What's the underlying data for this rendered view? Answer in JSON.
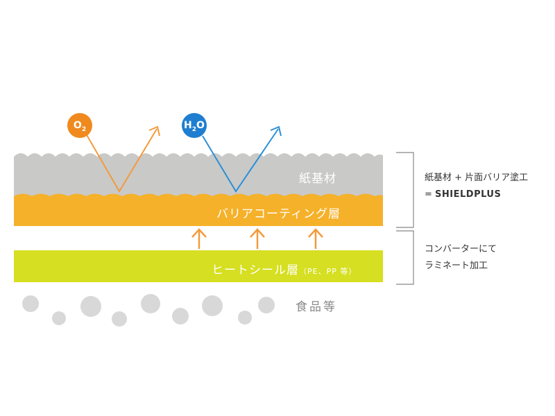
{
  "colors": {
    "paper": "#c9c9c8",
    "barrier": "#f5b12a",
    "heatseal": "#d6df21",
    "oxygen": "#f08a1e",
    "water": "#1f7ed0",
    "water_arrow": "#2a8fd6",
    "orange_arrow": "#f39a3c",
    "dots": "#d8d8d8",
    "bracket": "#888888"
  },
  "molecules": {
    "oxygen": {
      "main": "O",
      "sub": "2",
      "icon": "oxygen-molecule-icon"
    },
    "water": {
      "pre": "H",
      "sub": "2",
      "post": "O",
      "icon": "water-molecule-icon"
    }
  },
  "layers": {
    "paper": "紙基材",
    "barrier": "バリアコーティング層",
    "heatseal_main": "ヒートシール層",
    "heatseal_note": "（PE、PP 等）",
    "food": "食品等"
  },
  "annotations": {
    "top_line1": "紙基材 + 片面バリア塗工",
    "top_line2_prefix": "= ",
    "top_line2_brand": "SHIELDPLUS",
    "bottom_line1": "コンバーターにて",
    "bottom_line2": "ラミネート加工"
  }
}
